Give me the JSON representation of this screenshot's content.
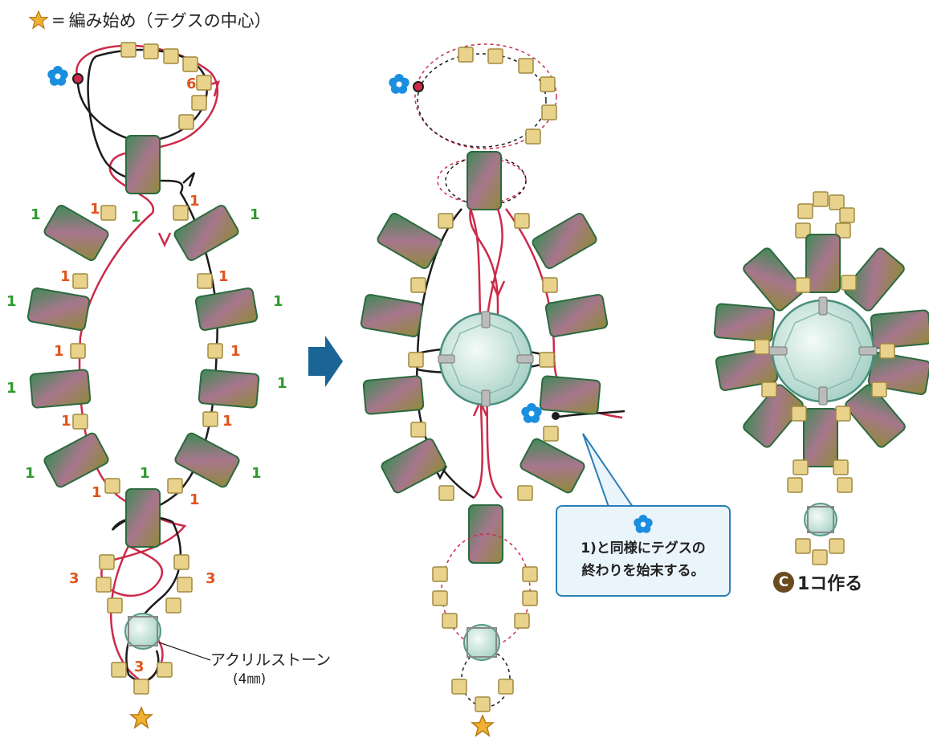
{
  "legend": {
    "star_icon": "star-icon",
    "equals": "=",
    "text": "編み始め（テグスの中心）"
  },
  "counts": {
    "top_ring": "6",
    "seed_pair": "1",
    "bugle": "1",
    "lower_ring": "3",
    "bottom_loop": "3"
  },
  "stone_label": {
    "name": "アクリルストーン",
    "size": "(4㎜)"
  },
  "callout": {
    "icon": "flower-icon",
    "line1": "1)と同様にテグスの",
    "line2": "終わりを始末する。"
  },
  "make_label": {
    "badge": "C",
    "text": "1コ作る"
  },
  "colors": {
    "red_thread": "#cc2a4a",
    "black_thread": "#1c1c1c",
    "seed_bead": "#e8d28c",
    "bugle_green": "#3f8a56",
    "bugle_mauve": "#a7768c",
    "stone": "#bfe3d8",
    "arrow": "#1a6596",
    "flower": "#1a8fe0",
    "number_orange": "#e0541c",
    "number_green": "#2f9a2f"
  }
}
